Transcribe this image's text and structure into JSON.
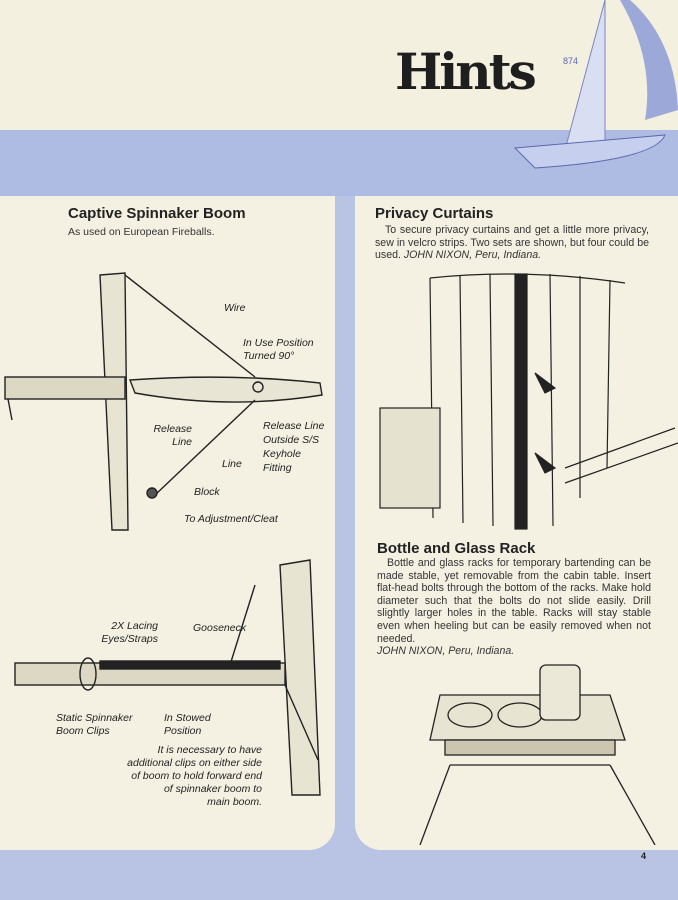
{
  "header": {
    "title": "Hints"
  },
  "left": {
    "title": "Captive Spinnaker Boom",
    "subtitle": "As used on European Fireballs.",
    "diagram1_labels": {
      "wire": "Wire",
      "in_use": [
        "In Use Position",
        "Turned 90°"
      ],
      "release_line": [
        "Release",
        "Line"
      ],
      "release_outside": [
        "Release Line",
        "Outside S/S",
        "Keyhole",
        "Fitting"
      ],
      "line": "Line",
      "block": "Block",
      "adjust": "To Adjustment/Cleat"
    },
    "diagram2_labels": {
      "lacing": [
        "2X Lacing",
        "Eyes/Straps"
      ],
      "gooseneck": "Gooseneck",
      "clips": [
        "Static Spinnaker",
        "Boom Clips"
      ],
      "stowed": [
        "In Stowed",
        "Position"
      ],
      "note": [
        "It is necessary to have",
        "additional clips on either side",
        "of boom to hold forward end",
        "of spinnaker boom to",
        "main boom."
      ]
    }
  },
  "right": {
    "privacy": {
      "title": "Privacy Curtains",
      "text": "To secure privacy curtains and get a little more privacy, sew in velcro strips. Two sets are shown, but four could be used.",
      "credit": "JOHN NIXON, Peru, Indiana."
    },
    "bottle": {
      "title": "Bottle and Glass Rack",
      "text": "Bottle and glass racks for temporary bartending can be made stable, yet removable from the cabin table. Insert flat-head bolts through the bottom of the racks. Make hold diameter such that the bolts do not slide easily. Drill slightly larger holes in the table. Racks will stay stable even when heeling but can be easily removed when not needed.",
      "credit": "JOHN NIXON, Peru, Indiana."
    }
  },
  "page_number": "4"
}
